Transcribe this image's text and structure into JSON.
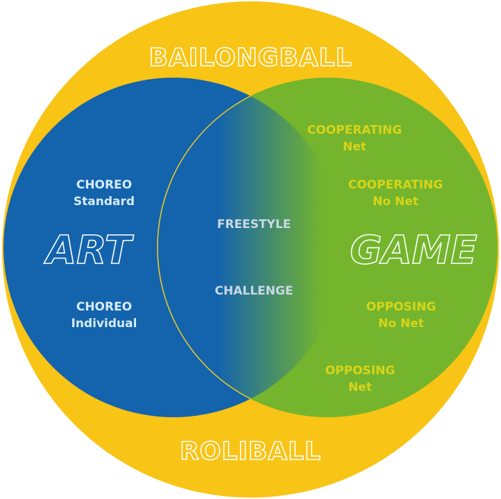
{
  "colors": {
    "outer": "#f8c416",
    "art": "#1463ad",
    "game": "#74b52d",
    "art_text": "#d6ecf8",
    "game_text": "#d8d41a",
    "center_text": "#c9d9e8",
    "outline": "#ffffff",
    "lens_stroke": "#f2cf1e"
  },
  "outer_top_label": "BAILONGBALL",
  "outer_bottom_label": "ROLIBALL",
  "art": {
    "title": "ART",
    "items": [
      {
        "line1": "CHOREO",
        "line2": "Standard"
      },
      {
        "line1": "CHOREO",
        "line2": "Individual"
      }
    ]
  },
  "game": {
    "title": "GAME",
    "items": [
      {
        "line1": "COOPERATING",
        "line2": "Net"
      },
      {
        "line1": "COOPERATING",
        "line2": "No Net"
      },
      {
        "line1": "OPPOSING",
        "line2": "No Net"
      },
      {
        "line1": "OPPOSING",
        "line2": "Net"
      }
    ]
  },
  "overlap": {
    "items": [
      "FREESTYLE",
      "CHALLENGE"
    ]
  }
}
